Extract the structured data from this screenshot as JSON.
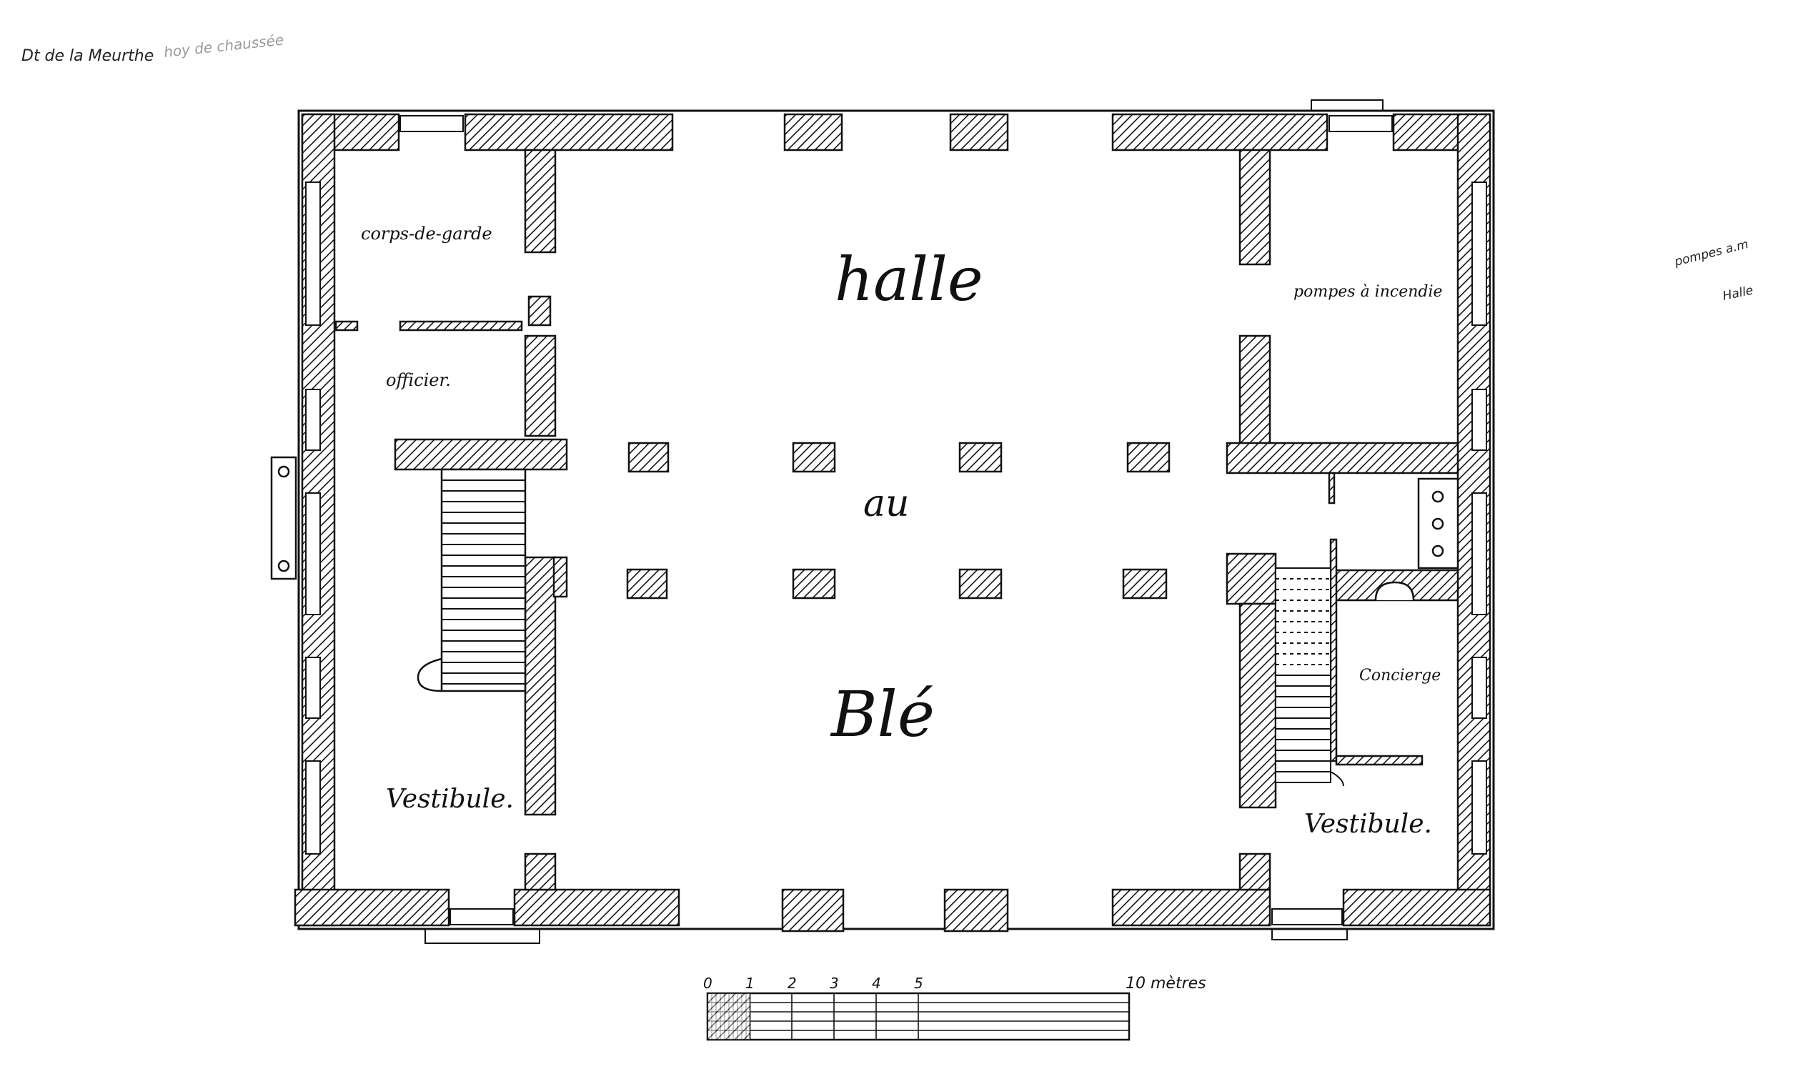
{
  "header": {
    "department_note": "Dt de la Meurthe",
    "overwritten_note": "hoy de chaussée"
  },
  "margin_notes": {
    "line1": "pompes a.m",
    "line2": "Halle"
  },
  "rooms": {
    "hall_line1": "halle",
    "hall_line2": "au",
    "hall_line3": "Blé",
    "guard_room": "corps-de-garde",
    "officer": "officier.",
    "vestibule_left": "Vestibule.",
    "fire_pumps": "pompes à incendie",
    "concierge": "Concierge",
    "vestibule_right": "Vestibule."
  },
  "scale": {
    "ticks": [
      "0",
      "1",
      "2",
      "3",
      "4",
      "5"
    ],
    "end_label": "10 mètres"
  },
  "colors": {
    "ink": "#161616",
    "paper": "#ffffff"
  }
}
